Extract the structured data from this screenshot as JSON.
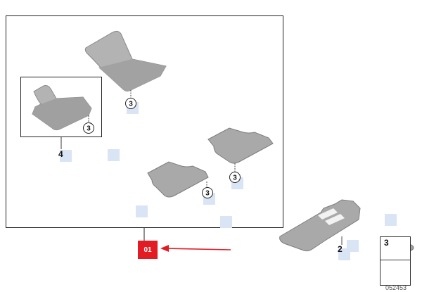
{
  "diagram": {
    "callouts": {
      "mat_front_left": "3",
      "mat_inset": "3",
      "mat_front_right": "3",
      "mat_rear_left": "3"
    },
    "inset_number": "4",
    "rear_mat_number": "2",
    "kit_badge": "01",
    "legend_number": "3",
    "drawing_number": "052453",
    "colors": {
      "mat_fill": "#a9a9a9",
      "mat_edge": "#7d7d7d",
      "badge": "#e31c23",
      "arrow": "#e31c23",
      "ghost": "#d9e4f5"
    }
  }
}
